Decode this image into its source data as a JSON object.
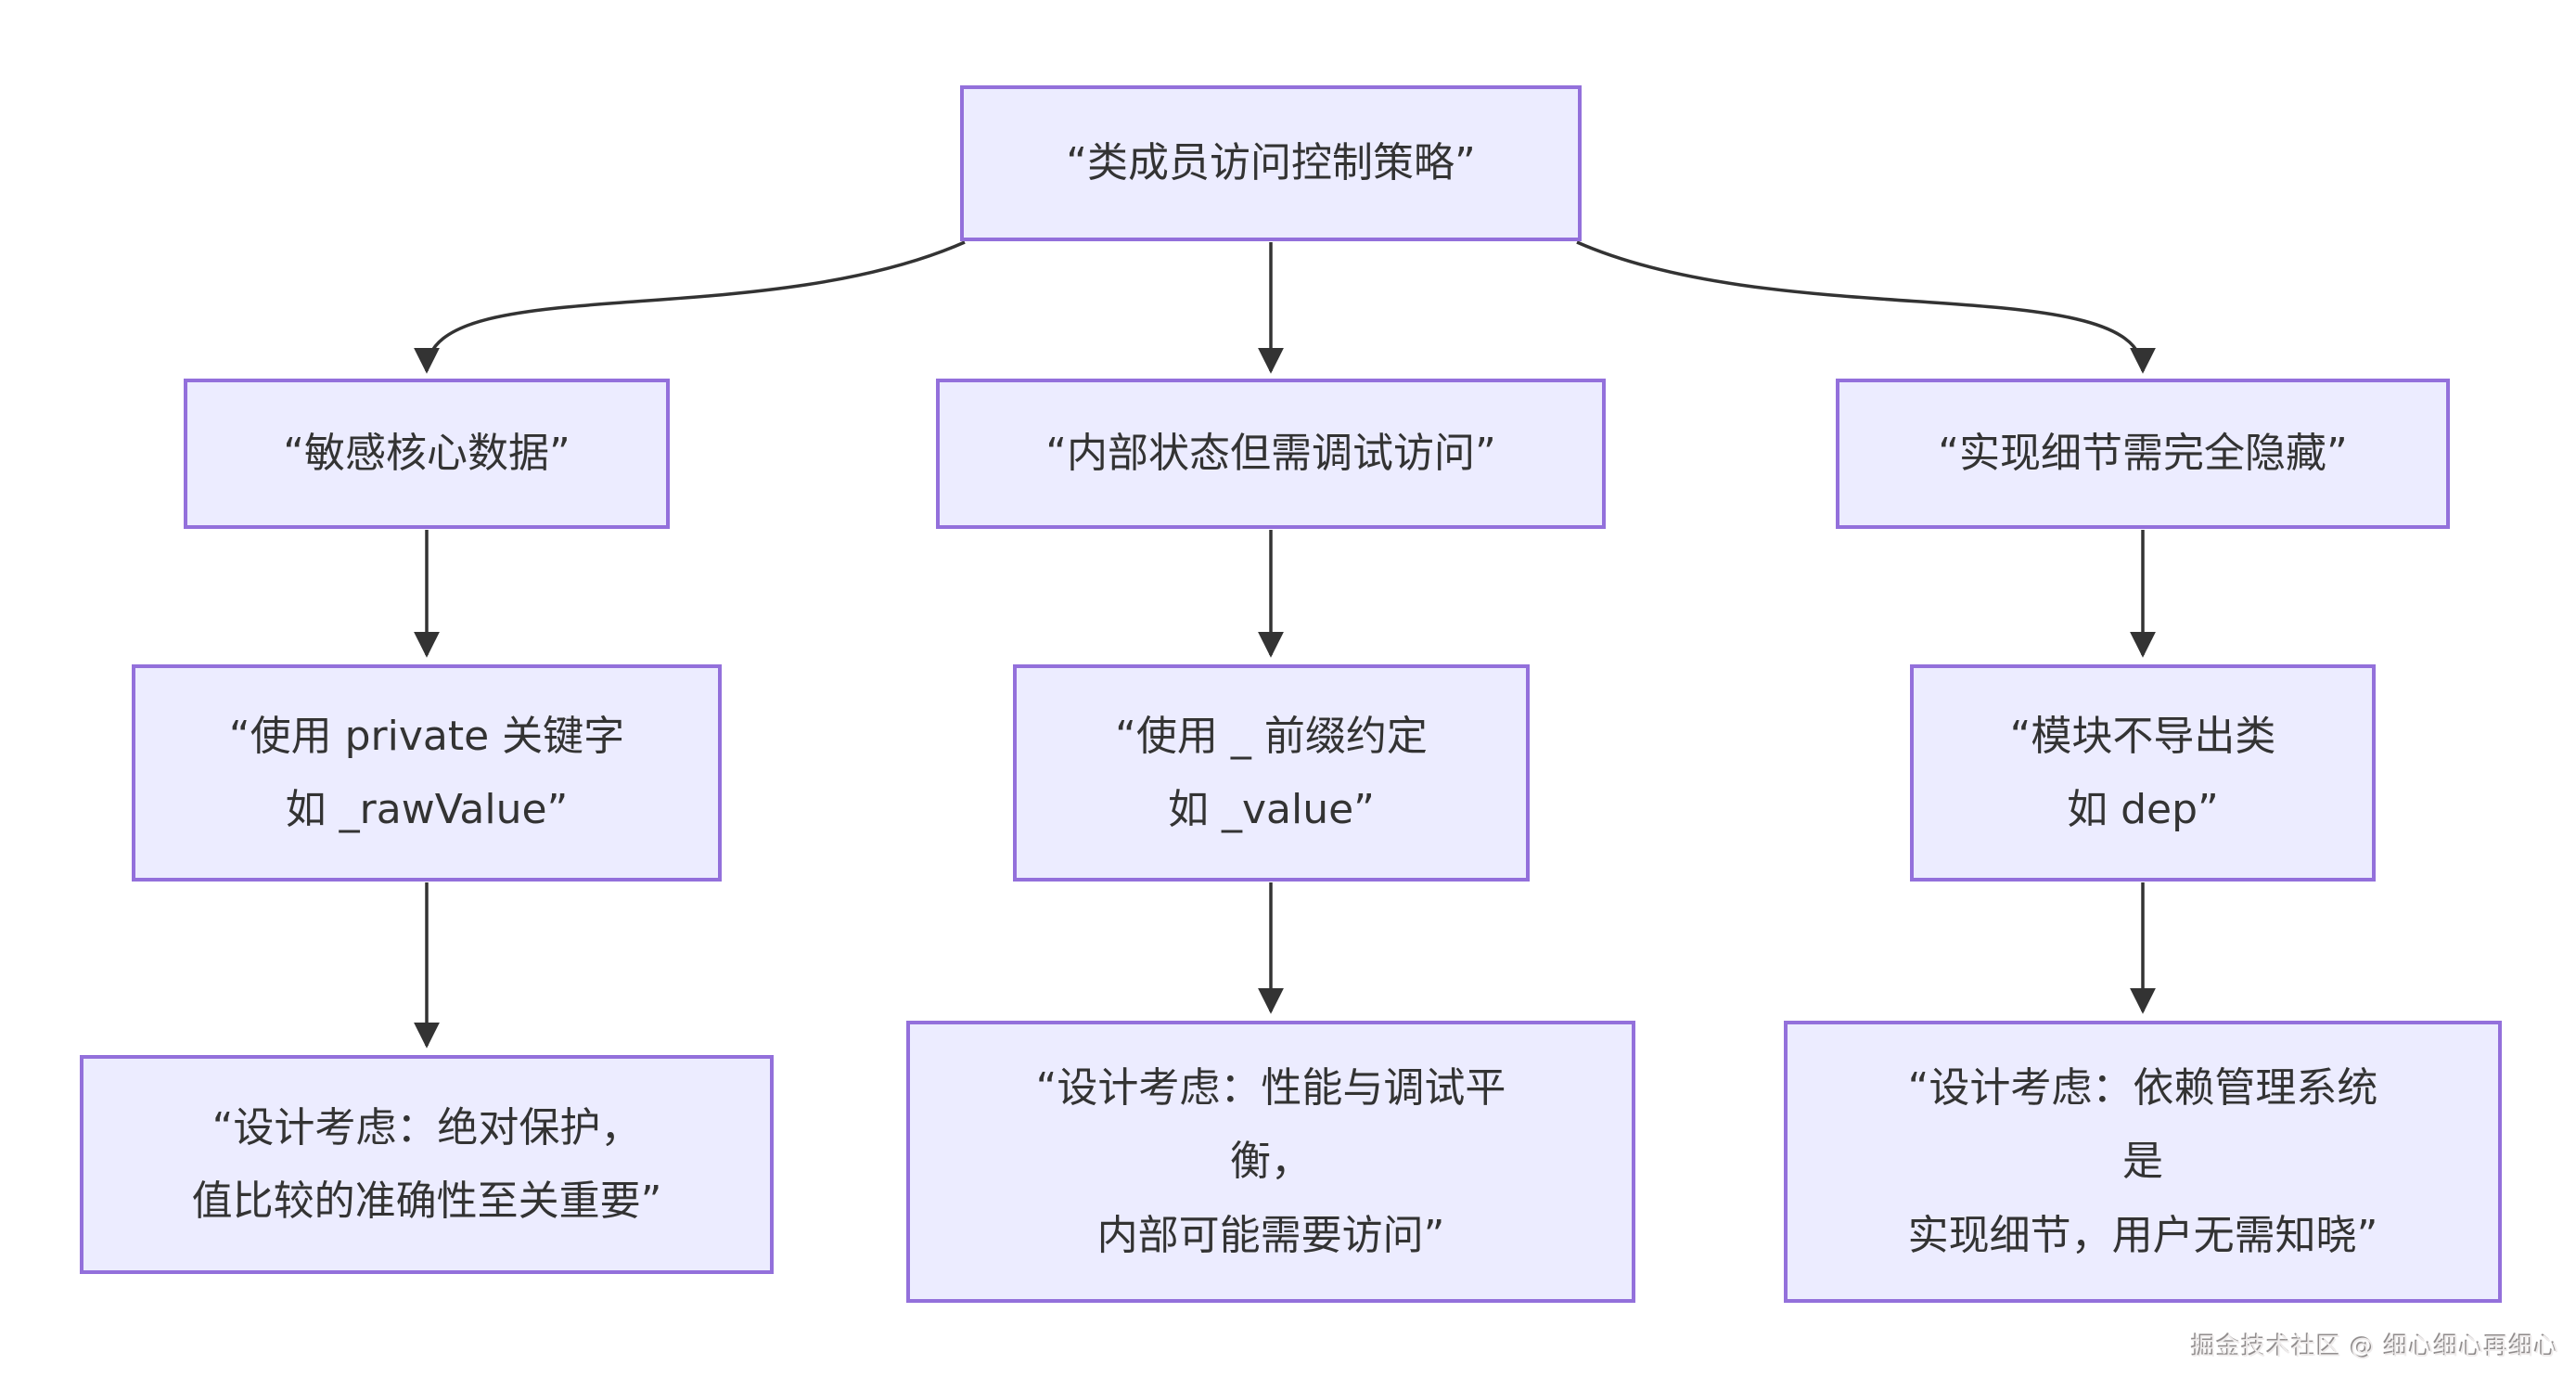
{
  "diagram": {
    "root": {
      "label": "“类成员访问控制策略”"
    },
    "columns": [
      {
        "scenario": "“敏感核心数据”",
        "approach": "“使用 private 关键字\n如 _rawValue”",
        "consideration": "“设计考虑：绝对保护，\n值比较的准确性至关重要”"
      },
      {
        "scenario": "“内部状态但需调试访问”",
        "approach": "“使用 _ 前缀约定\n如 _value”",
        "consideration": "“设计考虑：性能与调试平\n衡，\n内部可能需要访问”"
      },
      {
        "scenario": "“实现细节需完全隐藏”",
        "approach": "“模块不导出类\n如 dep”",
        "consideration": "“设计考虑：依赖管理系统\n是\n实现细节，用户无需知晓”"
      }
    ]
  },
  "watermark": "掘金技术社区 @ 细心细心再细心",
  "colors": {
    "node_fill": "#ECECFF",
    "node_border": "#9370DB",
    "edge_color": "#333333",
    "text_color": "#333333"
  }
}
